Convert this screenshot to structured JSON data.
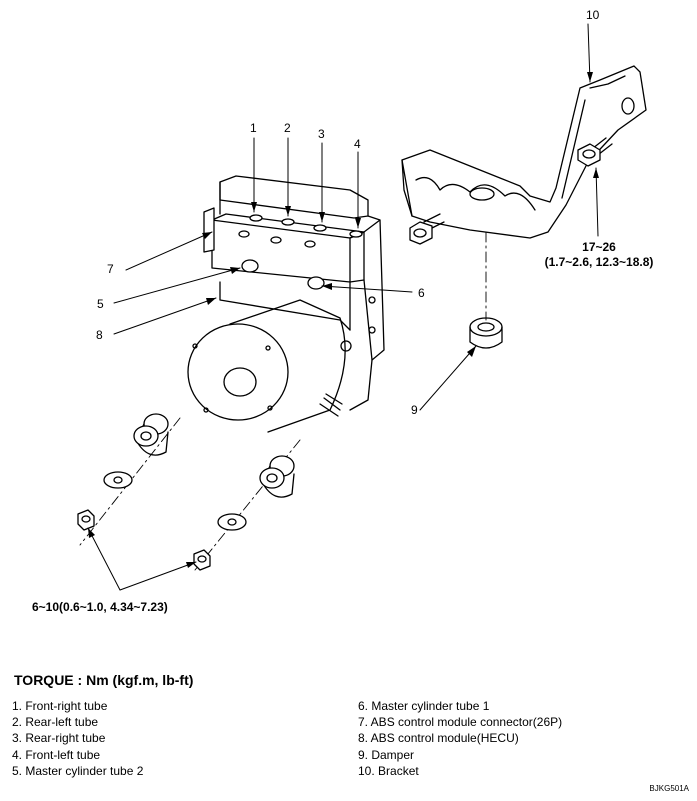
{
  "callouts": [
    "1",
    "2",
    "3",
    "4",
    "5",
    "6",
    "7",
    "8",
    "9",
    "10"
  ],
  "torques": {
    "bracket_bolt": [
      "17~26",
      "(1.7~2.6, 12.3~18.8)"
    ],
    "mount_nut": "6~10(0.6~1.0, 4.34~7.23)"
  },
  "torque_unit_title": "TORQUE : Nm (kgf.m, lb-ft)",
  "legend_left": [
    "1. Front-right tube",
    "2. Rear-left tube",
    "3. Rear-right tube",
    "4. Front-left tube",
    "5. Master cylinder tube 2"
  ],
  "legend_right": [
    "6. Master cylinder tube 1",
    "7. ABS control module connector(26P)",
    "8. ABS control module(HECU)",
    "9. Damper",
    "10. Bracket"
  ],
  "figure_code": "BJKG501A"
}
